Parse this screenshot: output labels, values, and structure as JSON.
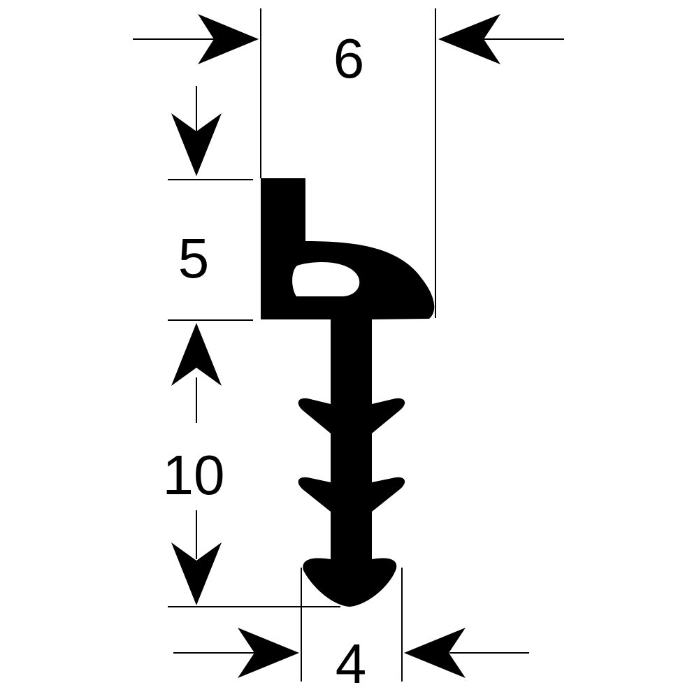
{
  "dimensions": {
    "top_width": "6",
    "head_height": "5",
    "stem_length": "10",
    "stem_width": "4"
  },
  "colors": {
    "ink": "#000000",
    "background": "#ffffff"
  }
}
